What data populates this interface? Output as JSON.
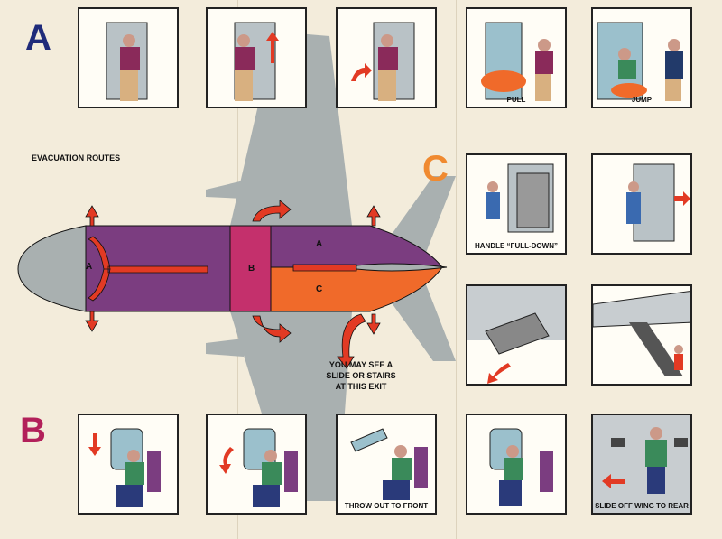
{
  "section_letters": {
    "a": "A",
    "b": "B",
    "c": "C"
  },
  "colors": {
    "a": "#1f2b7a",
    "b": "#b2205a",
    "c": "#f08a30",
    "zone_a": "#7b3d80",
    "zone_b": "#c4306c",
    "zone_c": "#f06a2a",
    "arrow": "#e23a24",
    "plane": "#a9b0b0"
  },
  "heading": "EVACUATION ROUTES",
  "zone_labels": {
    "front": "A",
    "mid": "B",
    "rear_top": "A",
    "rear_bottom": "C"
  },
  "note": "YOU MAY SEE A SLIDE OR STAIRS AT THIS EXIT",
  "panels_a": [
    {
      "caption": ""
    },
    {
      "caption": ""
    },
    {
      "caption": ""
    },
    {
      "caption": "PULL"
    },
    {
      "caption": "JUMP"
    }
  ],
  "panels_c": [
    {
      "caption": "HANDLE “FULL-DOWN”"
    },
    {
      "caption": ""
    },
    {
      "caption": ""
    },
    {
      "caption": ""
    }
  ],
  "panels_b": [
    {
      "caption": ""
    },
    {
      "caption": ""
    },
    {
      "caption": "THROW OUT TO FRONT"
    },
    {
      "caption": ""
    },
    {
      "caption": "SLIDE OFF WING TO REAR"
    }
  ]
}
